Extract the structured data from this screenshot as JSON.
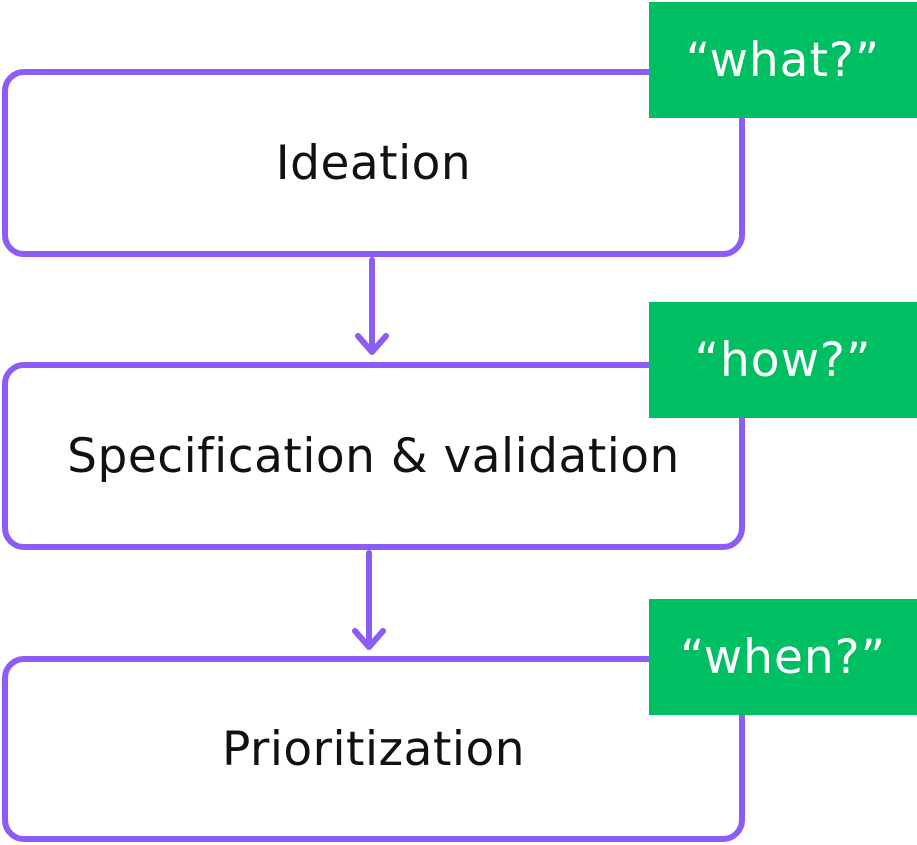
{
  "diagram": {
    "colors": {
      "box_border": "#8b5cf6",
      "tag_fill": "#00bf63",
      "arrow": "#8b5cf6",
      "text": "#111111",
      "tag_text": "#ffffff"
    },
    "steps": [
      {
        "label": "Ideation",
        "tag": "“what?”"
      },
      {
        "label": "Specification & validation",
        "tag": "“how?”"
      },
      {
        "label": "Prioritization",
        "tag": "“when?”"
      }
    ]
  }
}
